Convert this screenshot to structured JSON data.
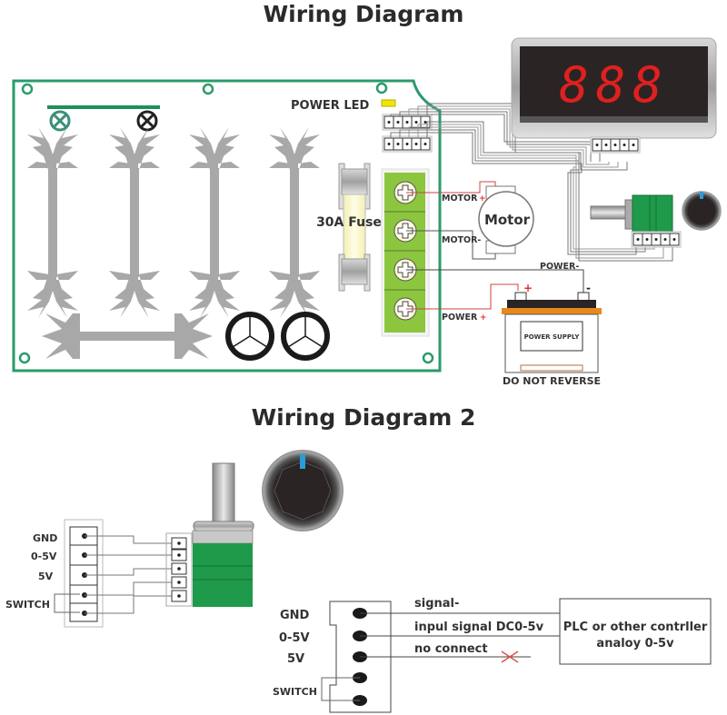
{
  "diagram1": {
    "title": "Wiring Diagram",
    "power_led_label": "POWER  LED",
    "fuse_label": "30A Fuse",
    "motor_label": "Motor",
    "motor_plus_label": "MOTOR",
    "motor_minus_label": "MOTOR-",
    "power_minus_label": "POWER-",
    "power_plus_label": "POWER",
    "power_supply_label": "POWER SUPPLY",
    "do_not_reverse_label": "DO NOT REVERSE",
    "display_digits": "888",
    "battery_plus": "+",
    "battery_minus": "-",
    "colors": {
      "pcb_outline": "#2a9b6c",
      "terminal_block": "#8cc63f",
      "display_segment": "#e02020",
      "power_led": "#f2e600",
      "battery_top": "#e88a1a",
      "pot_body": "#1f9a4a",
      "knob_indicator": "#2a9bdc"
    }
  },
  "diagram2": {
    "title": "Wiring Diagram 2",
    "left_connector_labels": [
      "GND",
      "0-5V",
      "5V",
      "SWITCH"
    ],
    "right_connector_labels": [
      "GND",
      "0-5V",
      "5V",
      "SWITCH"
    ],
    "wire_labels": [
      "signal-",
      "inpul signal DC0-5v",
      "no connect"
    ],
    "controller_label_line1": "PLC or other contrller",
    "controller_label_line2": "analoy 0-5v"
  }
}
